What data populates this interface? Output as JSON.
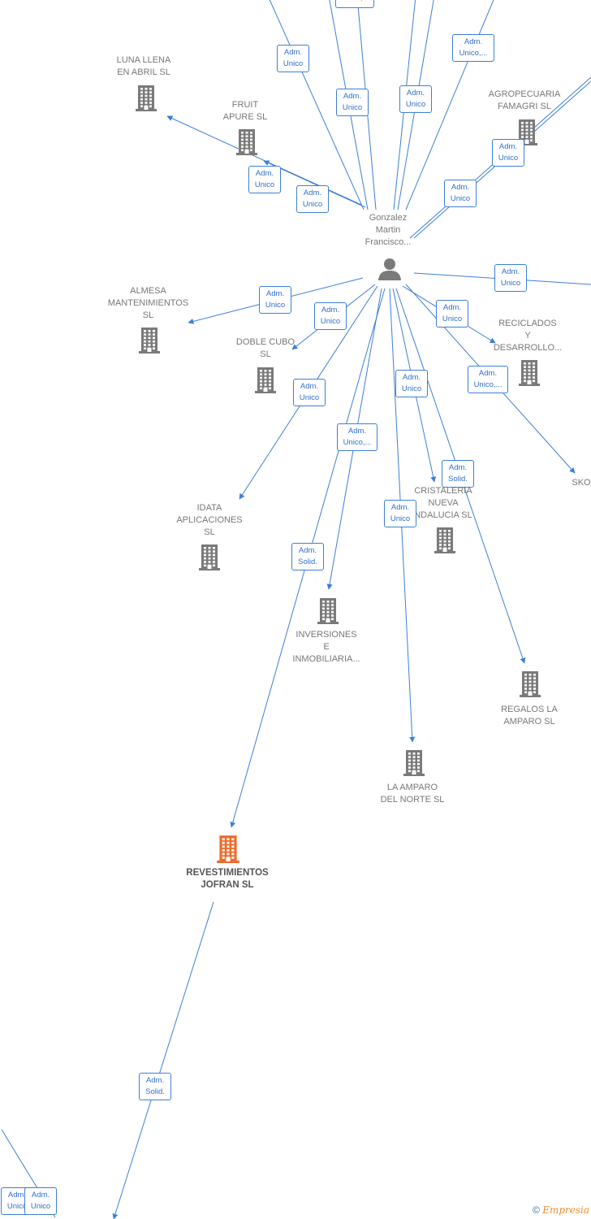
{
  "person": {
    "name_lines": [
      "Gonzalez",
      "Martin",
      "Francisco..."
    ]
  },
  "companies": [
    {
      "id": "luna",
      "lines": [
        "LUNA LLENA",
        "EN ABRIL  SL"
      ],
      "highlight": false
    },
    {
      "id": "fruit",
      "lines": [
        "FRUIT",
        "APURE SL"
      ],
      "highlight": false
    },
    {
      "id": "agro",
      "lines": [
        "AGROPECUARIA",
        "FAMAGRI  SL"
      ],
      "highlight": false
    },
    {
      "id": "almesa",
      "lines": [
        "ALMESA",
        "MANTENIMIENTOS",
        "SL"
      ],
      "highlight": false
    },
    {
      "id": "doble",
      "lines": [
        "DOBLE CUBO",
        "SL"
      ],
      "highlight": false
    },
    {
      "id": "reciclados",
      "lines": [
        "RECICLADOS",
        "Y",
        "DESARROLLO..."
      ],
      "highlight": false
    },
    {
      "id": "sko",
      "lines": [
        "SKO"
      ],
      "highlight": false
    },
    {
      "id": "cristaleria",
      "lines": [
        "CRISTALERIA",
        "NUEVA",
        "NDALUCIA  SL"
      ],
      "highlight": false
    },
    {
      "id": "idata",
      "lines": [
        "IDATA",
        "APLICACIONES",
        "SL"
      ],
      "highlight": false
    },
    {
      "id": "inversiones",
      "lines": [
        "INVERSIONES",
        "E",
        "INMOBILIARIA..."
      ],
      "highlight": false
    },
    {
      "id": "regalos",
      "lines": [
        "REGALOS LA",
        "AMPARO  SL"
      ],
      "highlight": false
    },
    {
      "id": "amparo",
      "lines": [
        "LA AMPARO",
        "DEL NORTE  SL"
      ],
      "highlight": false
    },
    {
      "id": "revest",
      "lines": [
        "REVESTIMIENTOS",
        "JOFRAN  SL"
      ],
      "highlight": true
    }
  ],
  "relations": [
    {
      "id": "r-top1",
      "lines": [
        "Unico,..."
      ]
    },
    {
      "id": "r1",
      "lines": [
        "Adm.",
        "Unico"
      ]
    },
    {
      "id": "r2",
      "lines": [
        "Adm.",
        "Unico,..."
      ]
    },
    {
      "id": "r3",
      "lines": [
        "Adm.",
        "Unico"
      ]
    },
    {
      "id": "r4",
      "lines": [
        "Adm.",
        "Unico"
      ]
    },
    {
      "id": "r5",
      "lines": [
        "Adm.",
        "Unico"
      ]
    },
    {
      "id": "r6",
      "lines": [
        "Adm.",
        "Unico"
      ]
    },
    {
      "id": "r7",
      "lines": [
        "Adm.",
        "Unico"
      ]
    },
    {
      "id": "r8",
      "lines": [
        "Adm.",
        "Unico"
      ]
    },
    {
      "id": "r9",
      "lines": [
        "Adm.",
        "Unico"
      ]
    },
    {
      "id": "r10",
      "lines": [
        "Adm.",
        "Unico"
      ]
    },
    {
      "id": "r11",
      "lines": [
        "Adm.",
        "Unico"
      ]
    },
    {
      "id": "r12",
      "lines": [
        "Adm.",
        "Unico"
      ]
    },
    {
      "id": "r13",
      "lines": [
        "Adm.",
        "Unico"
      ]
    },
    {
      "id": "r14",
      "lines": [
        "Adm.",
        "Unico,..."
      ]
    },
    {
      "id": "r15",
      "lines": [
        "Adm.",
        "Unico"
      ]
    },
    {
      "id": "r16",
      "lines": [
        "Adm.",
        "Unico,..."
      ]
    },
    {
      "id": "r17",
      "lines": [
        "Adm.",
        "Unico"
      ]
    },
    {
      "id": "r18",
      "lines": [
        "Adm.",
        "Solid."
      ]
    },
    {
      "id": "r19",
      "lines": [
        "Adm.",
        "Unico"
      ]
    },
    {
      "id": "r20",
      "lines": [
        "Adm.",
        "Solid."
      ]
    },
    {
      "id": "r21",
      "lines": [
        "Adm.",
        "Solid."
      ]
    },
    {
      "id": "r22",
      "lines": [
        "Adm.",
        "Unico"
      ]
    }
  ],
  "footer": {
    "copyright": "©",
    "brand": "Empresia"
  },
  "colors": {
    "edge": "#3d7fd9",
    "building": "#7a7a7a",
    "highlight": "#f06a2a",
    "person": "#7a7a7a"
  }
}
